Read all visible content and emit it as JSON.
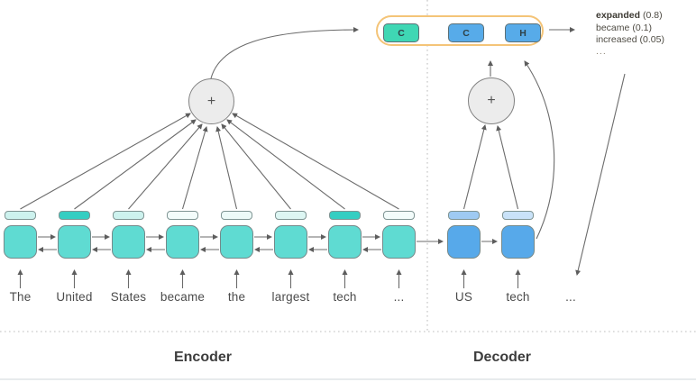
{
  "diagram": {
    "plus": "+",
    "encoder_label": "Encoder",
    "decoder_label": "Decoder",
    "colors": {
      "encoder_box": "#5fdbd2",
      "decoder_box": "#57a9ea",
      "arrow": "#6b6b6b",
      "dotted_line": "#c9c9c9",
      "container_border": "#f4c478",
      "tooltip_bg": "#f6c87e"
    },
    "encoder": {
      "units": [
        {
          "word": "The",
          "weight_color": "#cdf2ee"
        },
        {
          "word": "United",
          "weight_color": "#35cec2"
        },
        {
          "word": "States",
          "weight_color": "#cdf2ee"
        },
        {
          "word": "became",
          "weight_color": "#f3fcfb"
        },
        {
          "word": "the",
          "weight_color": "#edfaf8"
        },
        {
          "word": "largest",
          "weight_color": "#ddf6f3"
        },
        {
          "word": "tech",
          "weight_color": "#35cec2"
        },
        {
          "word": "...",
          "weight_color": "#f3fcfb"
        }
      ]
    },
    "decoder": {
      "units": [
        {
          "word": "US",
          "weight_color": "#9ecaf2"
        },
        {
          "word": "tech",
          "weight_color": "#c9e2f8"
        }
      ],
      "next_word": "..."
    },
    "context_boxes": [
      {
        "label": "C",
        "color": "#3fd7b4"
      },
      {
        "label": "C",
        "color": "#57abe9"
      },
      {
        "label": "H",
        "color": "#57abe9"
      }
    ],
    "tooltip": {
      "entries": [
        {
          "word": "expanded",
          "prob": "(0.8)",
          "bold": true
        },
        {
          "word": "became",
          "prob": "(0.1)",
          "bold": false
        },
        {
          "word": "increased",
          "prob": "(0.05)",
          "bold": false
        }
      ],
      "more": "..."
    }
  }
}
